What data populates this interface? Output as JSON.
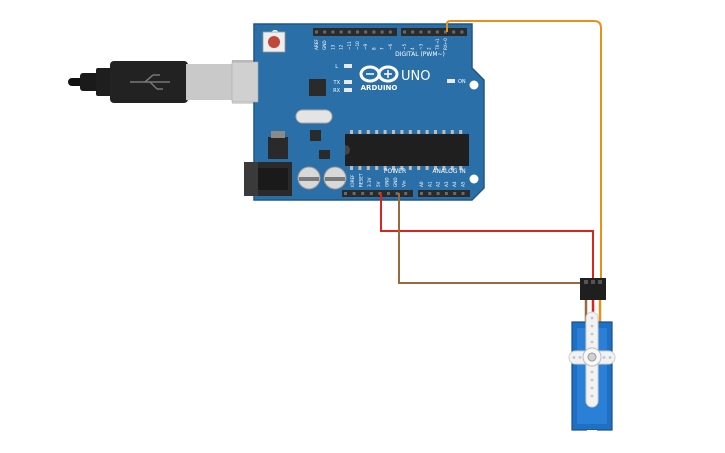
{
  "board": {
    "brand": "ARDUINO",
    "model": "UNO",
    "digital_header": "DIGITAL (PWM~)",
    "power_header": "POWER",
    "analog_header": "ANALOG IN",
    "on_label": "ON",
    "led_l": "L",
    "led_tx": "TX",
    "led_rx": "RX",
    "top_pins": [
      "AREF",
      "GND",
      "13",
      "12",
      "~11",
      "~10",
      "~9",
      "8",
      "7",
      "~6",
      "~5",
      "4",
      "~3",
      "2",
      "TX→1",
      "RX←0"
    ],
    "power_pins": [
      "IOREF",
      "RESET",
      "3.3V",
      "5V",
      "GND",
      "GND",
      "Vin"
    ],
    "analog_pins": [
      "A0",
      "A1",
      "A2",
      "A3",
      "A4",
      "A5"
    ]
  },
  "colors": {
    "board": "#2a6fa8",
    "board_dark": "#1f5686",
    "wire_signal": "#e8901c",
    "wire_power": "#d9251d",
    "wire_ground": "#9b6a3c",
    "servo_body": "#1f6fc4",
    "header": "#2b2b2b"
  },
  "components": {
    "usb_cable": "usb-cable-icon",
    "servo": "servo-motor-icon",
    "reset_button": "reset-button-icon"
  }
}
